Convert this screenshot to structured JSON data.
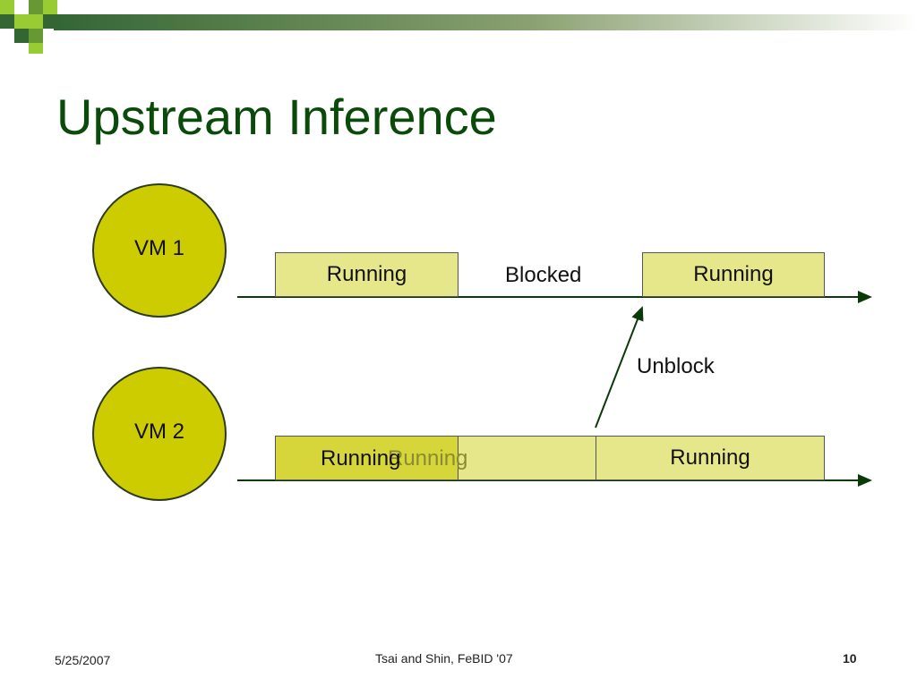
{
  "slide": {
    "title": "Upstream Inference",
    "vm1": {
      "label": "VM 1"
    },
    "vm2": {
      "label": "VM 2"
    },
    "row1": {
      "box1": "Running",
      "gap": "Blocked",
      "box2": "Running"
    },
    "annotation": "Unblock",
    "row2": {
      "box1": "Running",
      "box1_overlap": "Running",
      "box2": "Running"
    },
    "footer": {
      "date": "5/25/2007",
      "center": "Tsai and Shin, FeBID '07",
      "page": "10"
    }
  }
}
